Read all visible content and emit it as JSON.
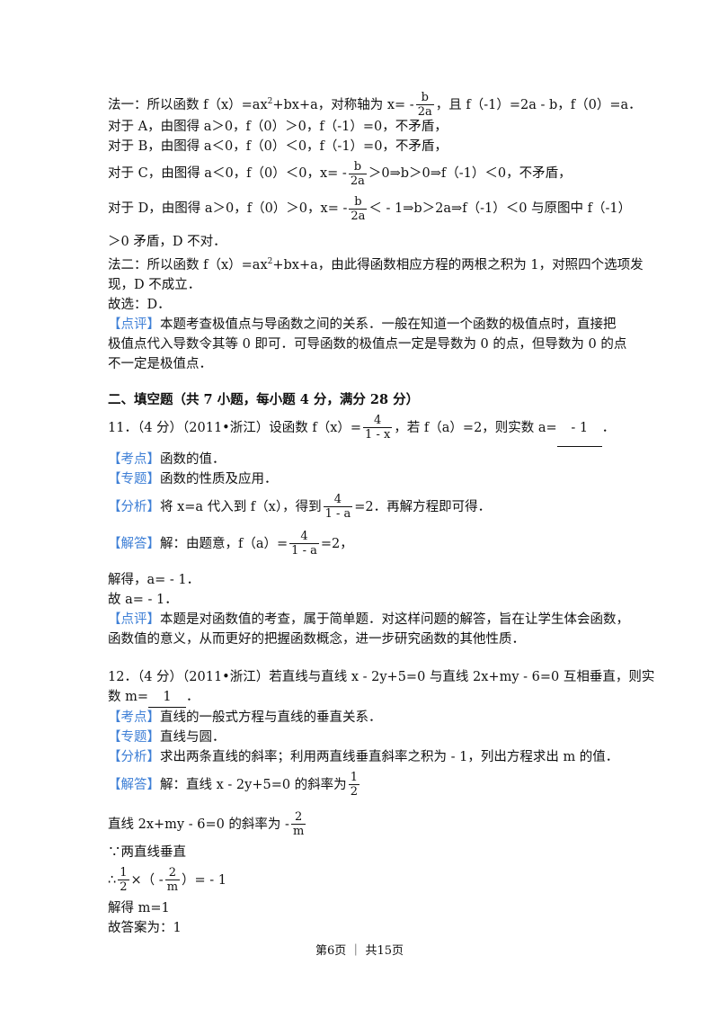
{
  "fa1": {
    "l1a": "法一：所以函数 f（x）=ax",
    "l1sup": "2",
    "l1b": "+bx+a，对称轴为 x= -",
    "fr_num": "b",
    "fr_den": "2a",
    "l1c": "，且 f（-1）=2a - b，f（0）=a．",
    "a": "对于 A，由图得 a＞0，f（0）＞0，f（-1）=0，不矛盾，",
    "b": "对于 B，由图得 a＜0，f（0）＜0，f（-1）=0，不矛盾，",
    "c1": "对于 C，由图得 a＜0，f（0）＜0，x= -",
    "c2": "＞0⇒b＞0⇒f（-1）＜0，不矛盾，",
    "d1": "对于 D，由图得 a＞0，f（0）＞0，x= -",
    "d2": "＜ - 1⇒b＞2a⇒f（-1）＜0 与原图中 f（-1）",
    "d3": "＞0 矛盾，D 不对．"
  },
  "fa2": {
    "a": "法二：所以函数 f（x）=ax",
    "sup": "2",
    "b": "+bx+a，由此得函数相应方程的两根之积为 1，对照四个选项发",
    "c": "现，D 不成立．",
    "choice": "故选：D．"
  },
  "dp10": {
    "tag": "【点评】",
    "l1": "本题考查极值点与导函数之间的关系．一般在知道一个函数的极值点时，直接把",
    "l2": "极值点代入导数令其等 0 即可．可导函数的极值点一定是导数为 0 的点，但导数为 0 的点",
    "l3": "不一定是极值点．"
  },
  "section": "二、填空题（共 7 小题，每小题 4 分，满分 28 分）",
  "q11": {
    "stem1": "11．（4 分）（2011•浙江）设函数 f（x）=",
    "num": "4",
    "den": "1 - x",
    "stem2": "，若 f（a）=2，则实数 a=",
    "ans": "- 1",
    "end": "．",
    "kd_tag": "【考点】",
    "kd": "函数的值．",
    "zt_tag": "【专题】",
    "zt": "函数的性质及应用．",
    "fx_tag": "【分析】",
    "fx1": "将 x=a 代入到 f（x），得到",
    "fx_num": "4",
    "fx_den": "1 - a",
    "fx2": "=2．再解方程即可得．",
    "jd_tag": "【解答】",
    "jd1": "解：由题意，f（a）=",
    "jd_num": "4",
    "jd_den": "1 - a",
    "jd2": "=2，",
    "s1": "解得，a= - 1．",
    "s2": "故 a= - 1．",
    "dp_tag": "【点评】",
    "dp1": "本题是对函数值的考查，属于简单题．对这样问题的解答，旨在让学生体会函数，",
    "dp2": "函数值的意义，从而更好的把握函数概念，进一步研究函数的其他性质．"
  },
  "q12": {
    "stem1": "12．（4 分）（2011•浙江）若直线与直线 x - 2y+5=0 与直线 2x+my - 6=0 互相垂直，则实",
    "stem2": "数 m=",
    "ans": "1",
    "end": "．",
    "kd_tag": "【考点】",
    "kd": "直线的一般式方程与直线的垂直关系．",
    "zt_tag": "【专题】",
    "zt": "直线与圆．",
    "fx_tag": "【分析】",
    "fx": "求出两条直线的斜率；利用两直线垂直斜率之积为 - 1，列出方程求出 m 的值．",
    "jd_tag": "【解答】",
    "jd1": "解：直线 x - 2y+5=0 的斜率为",
    "k1_num": "1",
    "k1_den": "2",
    "l2": "直线 2x+my - 6=0 的斜率为",
    "neg": "-",
    "k2_num": "2",
    "k2_den": "m",
    "because": "∵两直线垂直",
    "th": "∴",
    "e_num": "1",
    "e_den": "2",
    "e_mid": "×（ -",
    "e_n2": "2",
    "e_d2": "m",
    "e_end": "）= - 1",
    "sol": "解得 m=1",
    "final": "故答案为：1"
  },
  "footer": "第6页 ｜ 共15页"
}
